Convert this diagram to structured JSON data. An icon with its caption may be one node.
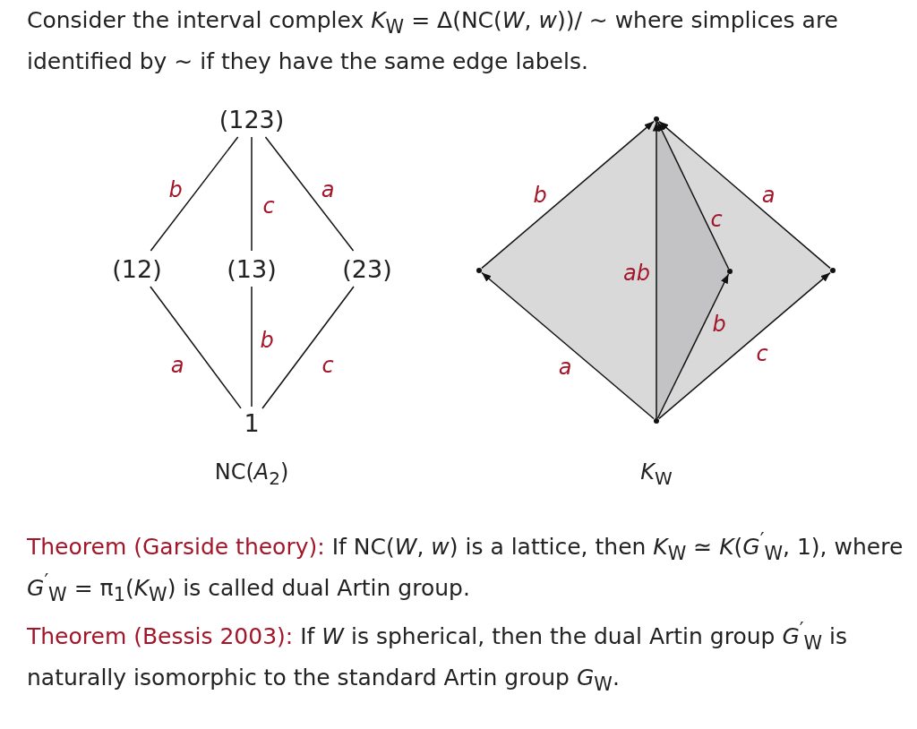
{
  "diagram": {
    "nodes": [
      {
        "text": [
          "(123)"
        ]
      },
      {
        "text": [
          "(12)"
        ]
      },
      {
        "text": [
          "(13)"
        ]
      },
      {
        "text": [
          "(23)"
        ]
      },
      {
        "text": [
          "1"
        ]
      },
      {
        "text": [],
        "shape": "point"
      },
      {
        "text": [],
        "shape": "point"
      },
      {
        "text": [],
        "shape": "point"
      },
      {
        "text": [],
        "shape": "point"
      },
      {
        "text": [],
        "shape": "point"
      }
    ],
    "edges": [
      {
        "from": 0,
        "to": 1,
        "arrow": "none",
        "label": "b"
      },
      {
        "from": 0,
        "to": 2,
        "arrow": "none",
        "label": "c"
      },
      {
        "from": 0,
        "to": 3,
        "arrow": "none",
        "label": "a"
      },
      {
        "from": 1,
        "to": 4,
        "arrow": "none",
        "label": "a"
      },
      {
        "from": 2,
        "to": 4,
        "arrow": "none",
        "label": "b"
      },
      {
        "from": 3,
        "to": 4,
        "arrow": "none",
        "label": "c"
      },
      {
        "from": 9,
        "to": 6,
        "arrow": "to",
        "label": "a"
      },
      {
        "from": 6,
        "to": 5,
        "arrow": "to",
        "label": "b"
      },
      {
        "from": 9,
        "to": 5,
        "arrow": "to",
        "label": "ab"
      },
      {
        "from": 9,
        "to": 7,
        "arrow": "to",
        "label": "b"
      },
      {
        "from": 7,
        "to": 5,
        "arrow": "to",
        "label": "c"
      },
      {
        "from": 9,
        "to": 8,
        "arrow": "to",
        "label": "c"
      },
      {
        "from": 8,
        "to": 5,
        "arrow": "to",
        "label": "a"
      }
    ],
    "labels": [
      "Consider the interval complex *K*$_{W}$ = Δ(NC(*W*, *w*))/ ∼ where simplices are identified by ∼ if they have the same edge labels.",
      "NC(*A*$_{2}$)",
      "*K*$_{W}$",
      "Theorem (Garside theory):",
      "If NC(*W*, *w*) is a lattice, then *K*$_{W}$ ≃ *K*(*G*$^{′}$$_{W}$, 1), where *G*$^{′}$$_{W}$ = π$_{1}$(*K*$_{W}$) is called dual Artin group.",
      "Theorem (Bessis 2003):",
      "If *W* is spherical, then the dual Artin group *G*$^{′}$$_{W}$ is naturally isomorphic to the standard Artin group *G*$_{W}$."
    ]
  }
}
